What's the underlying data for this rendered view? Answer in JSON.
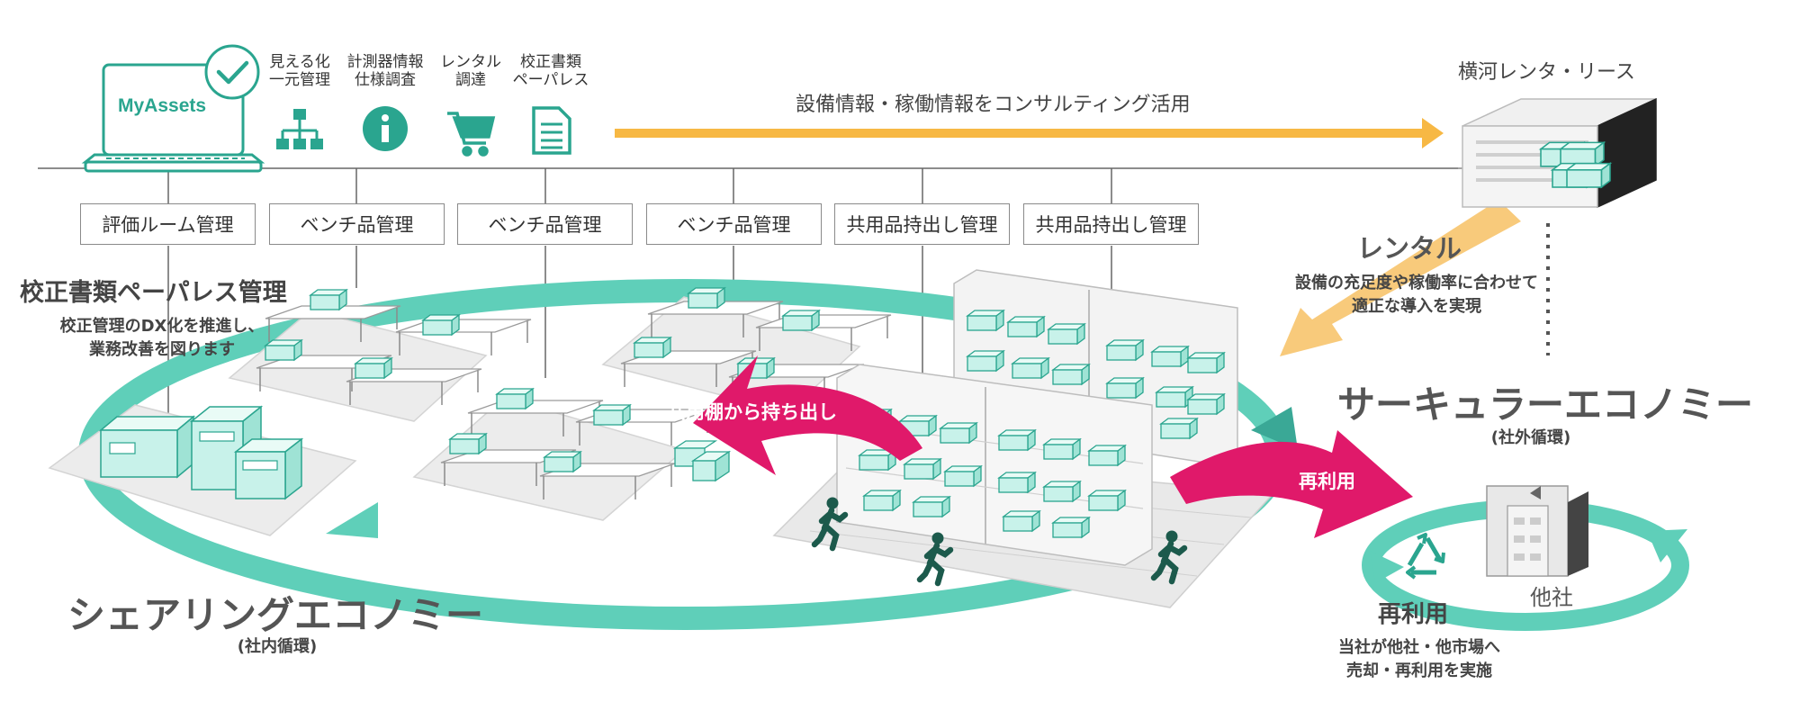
{
  "myassets": {
    "logo": "MyAssets"
  },
  "features": [
    {
      "line1": "見える化",
      "line2": "一元管理",
      "icon": "hierarchy-icon"
    },
    {
      "line1": "計測器情報",
      "line2": "仕様調査",
      "icon": "info-icon"
    },
    {
      "line1": "レンタル",
      "line2": "調達",
      "icon": "shopping-cart-icon"
    },
    {
      "line1": "校正書類",
      "line2": "ペーパレス",
      "icon": "document-icon"
    }
  ],
  "top_arrow_label": "設備情報・稼働情報をコンサルティング活用",
  "rental_company": "横河レンタ・リース",
  "management_boxes": [
    "評価ルーム管理",
    "ベンチ品管理",
    "ベンチ品管理",
    "ベンチ品管理",
    "共用品持出し管理",
    "共用品持出し管理"
  ],
  "paperless": {
    "title": "校正書類ペーパレス管理",
    "line1": "校正管理のDX化を推進し、",
    "line2": "業務改善を図ります"
  },
  "rental": {
    "title": "レンタル",
    "line1": "設備の充足度や稼働率に合わせて",
    "line2": "適正な導入を実現"
  },
  "circular": {
    "title": "サーキュラーエコノミー",
    "subtitle": "(社外循環)"
  },
  "sharing": {
    "title": "シェアリングエコノミー",
    "subtitle": "(社内循環)"
  },
  "shelf_arrow_label": "共用棚から持ち出し",
  "reuse_arrow_label": "再利用",
  "other_company": "他社",
  "reuse": {
    "title": "再利用",
    "line1": "当社が他社・他市場へ",
    "line2": "売却・再利用を実施"
  },
  "colors": {
    "teal": "#5fcfb9",
    "teal_dark": "#3aa896",
    "magenta": "#e0196a",
    "orange": "#f7b844",
    "person": "#1c5a4c",
    "equipment": "#c8f2ea",
    "equipment_stroke": "#2aa58f"
  }
}
